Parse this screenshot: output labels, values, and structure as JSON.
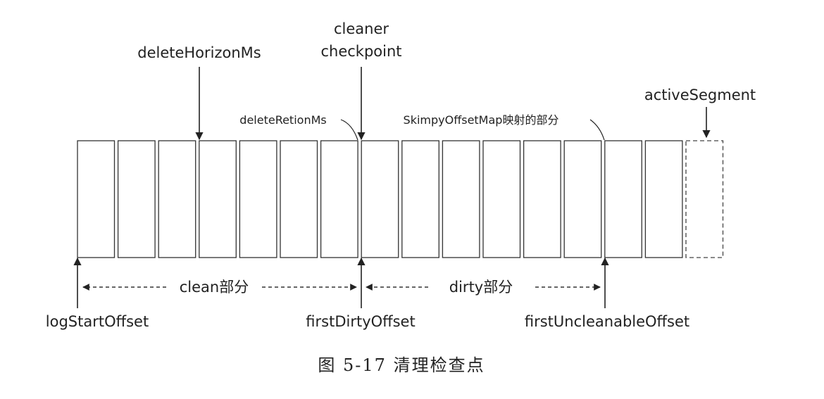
{
  "figure": {
    "top_labels": {
      "cleaner_checkpoint_line1": "cleaner",
      "cleaner_checkpoint_line2": "checkpoint",
      "delete_horizon": "deleteHorizonMs",
      "active_segment": "activeSegment"
    },
    "mid_labels": {
      "delete_retention": "deleteRetionMs",
      "skimpy_offset_map": "SkimpyOffsetMap映射的部分"
    },
    "segments": {
      "count": 16,
      "active_index": 15
    },
    "ranges": {
      "clean": "clean部分",
      "dirty": "dirty部分"
    },
    "bottom_labels": {
      "log_start_offset": "logStartOffset",
      "first_dirty_offset": "firstDirtyOffset",
      "first_uncleanable_offset": "firstUncleanableOffset"
    },
    "caption": "图 5-17   清理检查点"
  }
}
